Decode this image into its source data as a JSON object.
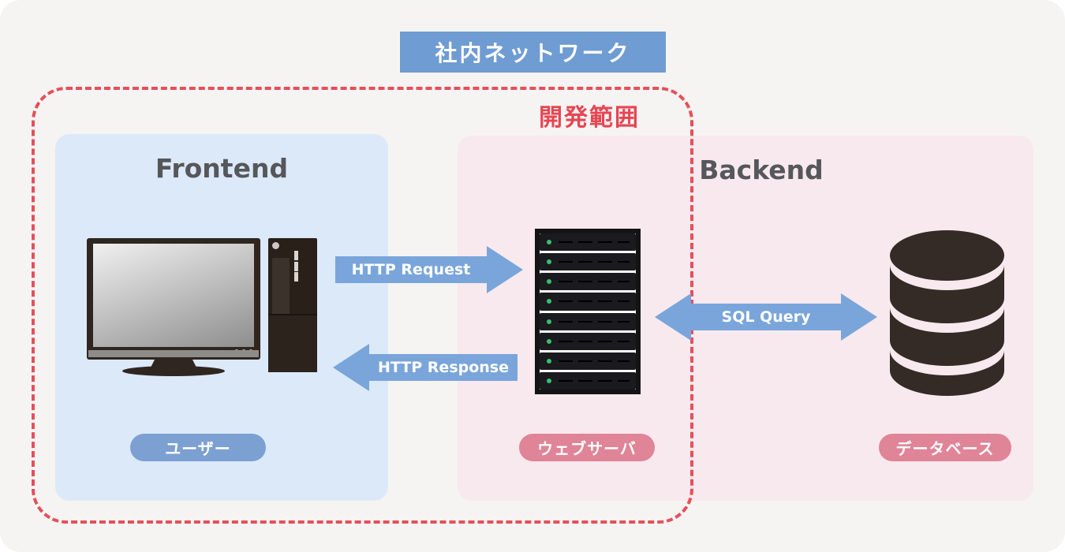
{
  "banner": {
    "label": "社内ネットワーク"
  },
  "scope": {
    "label": "開発範囲"
  },
  "frontend": {
    "title": "Frontend",
    "badge": "ユーザー"
  },
  "backend": {
    "title": "Backend",
    "server_badge": "ウェブサーバ",
    "database_badge": "データベース"
  },
  "arrows": {
    "request": "HTTP Request",
    "response": "HTTP Response",
    "sql": "SQL Query"
  },
  "colors": {
    "banner_blue": "#6f9cd2",
    "badge_blue": "#7ca0d2",
    "arrow_blue": "#7aa5da",
    "badge_pink": "#e08498",
    "scope_red": "#e64653",
    "frontend_bg": "#dce9f8",
    "backend_bg": "#f8e9ee",
    "icon_dark": "#342b27",
    "led_green": "#37c06e"
  }
}
